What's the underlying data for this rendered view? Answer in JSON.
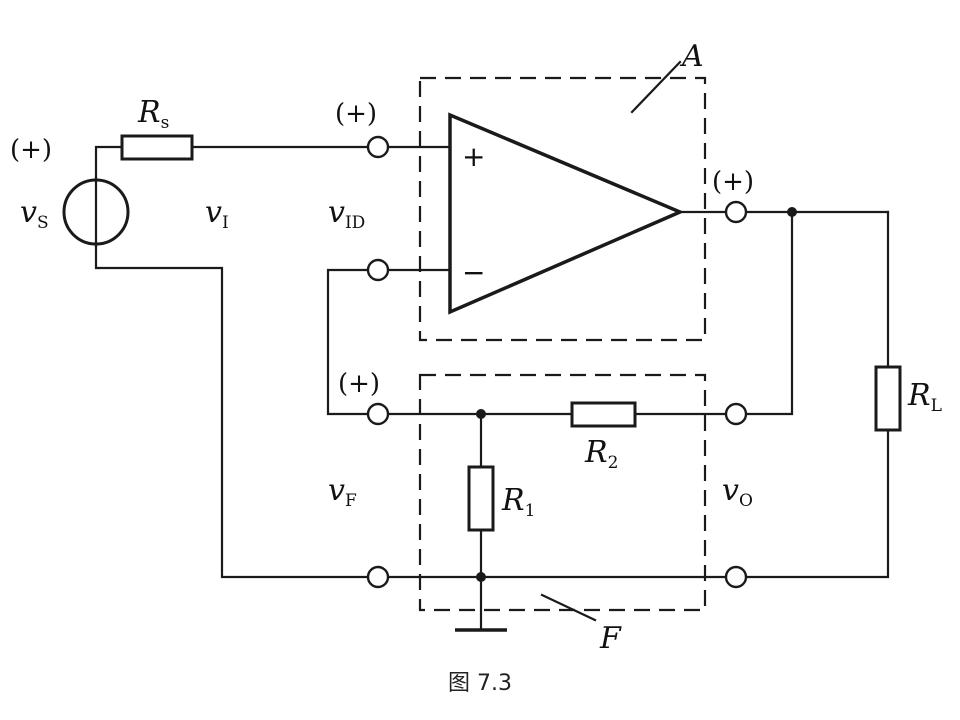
{
  "labels": {
    "source": "v",
    "source_sub": "S",
    "rs": "R",
    "rs_sub": "s",
    "vi": "v",
    "vi_sub": "I",
    "vid": "v",
    "vid_sub": "ID",
    "vf": "v",
    "vf_sub": "F",
    "vo": "v",
    "vo_sub": "O",
    "r1": "R",
    "r1_sub": "1",
    "r2": "R",
    "r2_sub": "2",
    "rl": "R",
    "rl_sub": "L",
    "block_a": "A",
    "block_f": "F"
  },
  "polarity": {
    "source": "(+)",
    "input": "(+)",
    "output": "(+)",
    "feedback": "(+)"
  },
  "opamp": {
    "plus": "+",
    "minus": "−"
  },
  "caption": "图 7.3"
}
